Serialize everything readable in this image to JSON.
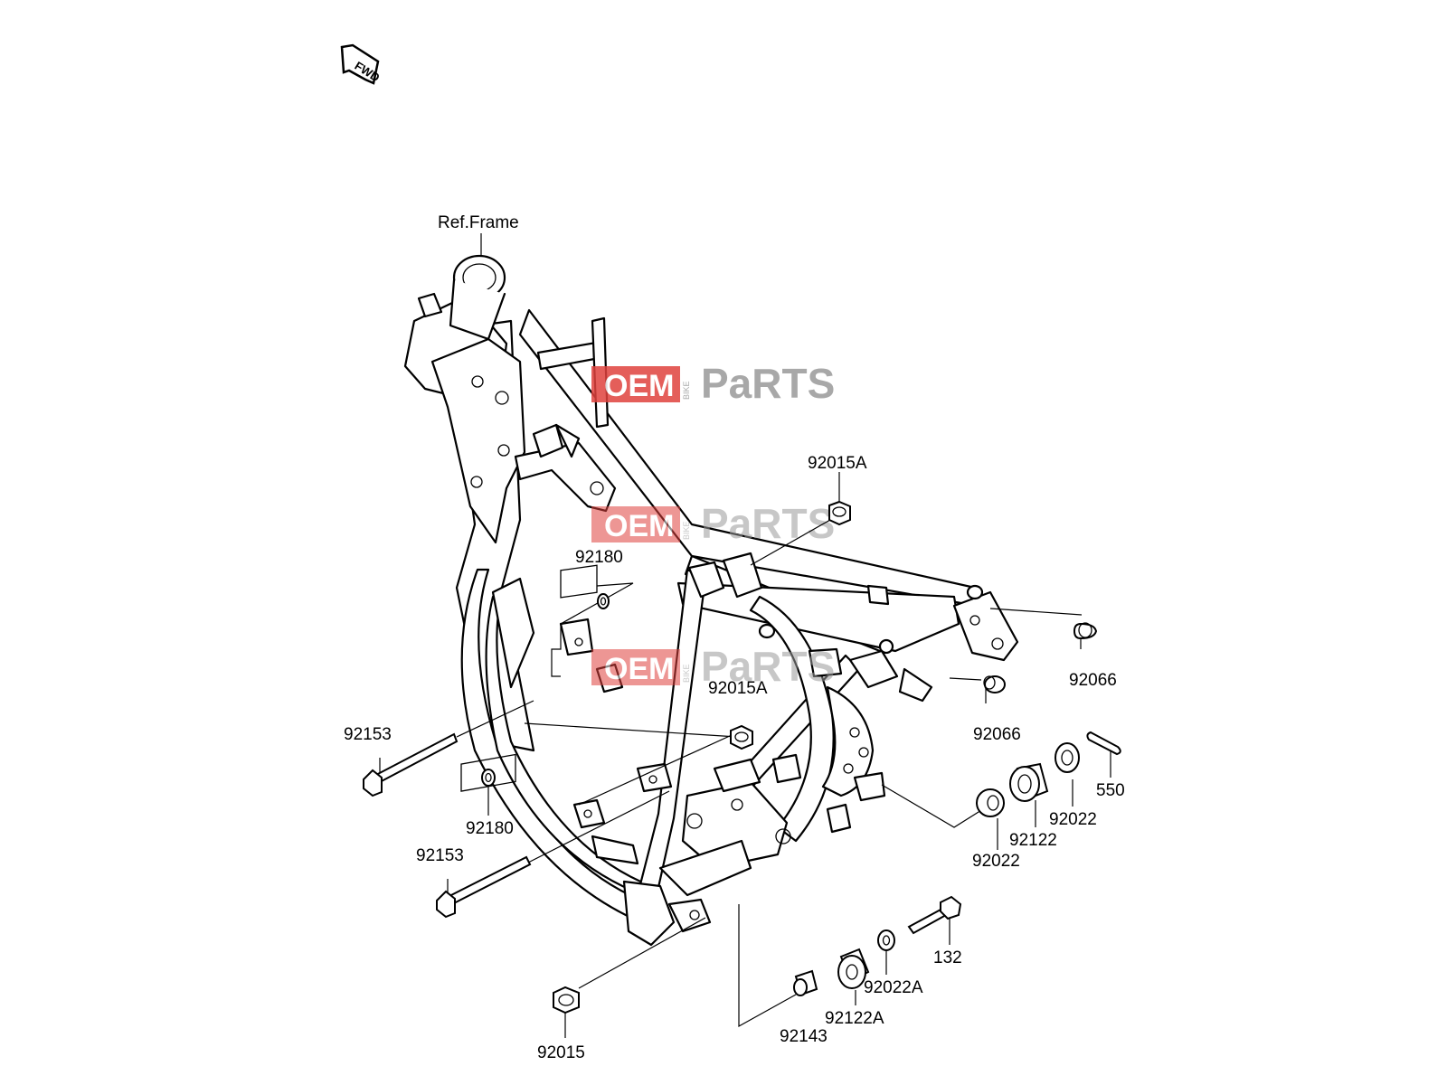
{
  "fwd_label": "FWD",
  "watermark": {
    "oem": "OEM",
    "bike": "BIKE",
    "parts": "PaRTS",
    "accent": "#e0423e",
    "gray": "#9a9a9a"
  },
  "labels": {
    "ref_frame": "Ref.Frame",
    "p92015A_top": "92015A",
    "p92180_top": "92180",
    "p92015A_mid": "92015A",
    "p92066_right": "92066",
    "p92066_mid": "92066",
    "p550": "550",
    "p92022_right": "92022",
    "p92122": "92122",
    "p92022_left": "92022",
    "p92153_top": "92153",
    "p92180_bottom": "92180",
    "p92153_bottom": "92153",
    "p132": "132",
    "p92022A": "92022A",
    "p92122A": "92122A",
    "p92143": "92143",
    "p92015": "92015"
  }
}
